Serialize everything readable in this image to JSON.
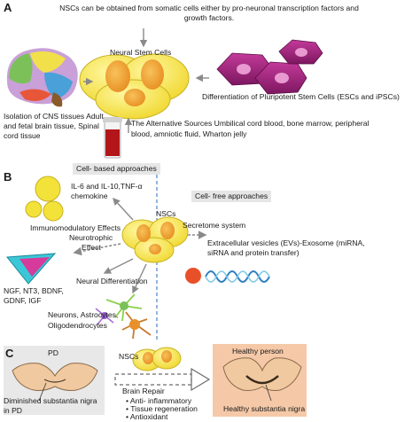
{
  "panelA": {
    "letter": "A",
    "top_line1": "NSCs can be obtained from somatic cells either by pro-neuronal transcription factors and",
    "top_line2": "growth factors.",
    "nsc_label": "Neural Stem Cells",
    "ips_label": "Differentiation of Pluripotent Stem Cells (ESCs and iPSCs)",
    "cns_line1": "Isolation of CNS tissues Adult",
    "cns_line2": "and fetal brain tissue, Spinal",
    "cns_line3": "cord tissue",
    "alt_line1": "The Alternative Sources Umbilical cord blood, bone marrow, peripheral",
    "alt_line2": "blood, amniotic fluid, Wharton jelly"
  },
  "panelB": {
    "letter": "B",
    "cell_based": "Cell- based approaches",
    "cell_free": "Cell- free approaches",
    "il_line1": "IL-6 and IL-10,TNF-α",
    "il_line2": "chemokine",
    "immuno": "Immunomodulatory Effects",
    "nsc_label": "NSCs",
    "secretome": "Secretome system",
    "ev_line1": "Extracellular vesicles (EVs)-Exosome (miRNA,",
    "ev_line2": "siRNA and protein transfer)",
    "neurotrophic_line1": "Neurotrophic",
    "neurotrophic_line2": "Effect",
    "ngf_line1": "NGF, NT3, BDNF,",
    "ngf_line2": "GDNF, IGF",
    "neural_diff": "Neural Differentiation",
    "neurons_line1": "Neurons, Astrocytes,",
    "neurons_line2": "Oligodendrocytes"
  },
  "panelC": {
    "letter": "C",
    "pd_label": "PD",
    "diminished_line1": "Diminished substantia nigra",
    "diminished_line2": "in PD",
    "nscs_label": "NSCs",
    "brain_repair": "Brain Repair",
    "bullets": [
      "Anti- inflammatory",
      "Tissue regeneration",
      "Antioxidant"
    ],
    "healthy_person": "Healthy person",
    "healthy_sn": "Healthy substantia nigra"
  },
  "colors": {
    "cell_fill": "#f7e94a",
    "cell_nucleus": "#f2a23a",
    "ipsc_fill": "#a3227e",
    "blood": "#b3161a",
    "arrow_gray": "#8a8a8a",
    "dashed_blue": "#3a78c2",
    "pd_bg": "#e8e8e8",
    "healthy_bg": "#f5c9a8",
    "brain_slice": "#f0c9a0",
    "ngf_cyan": "#3cc7d8",
    "ngf_pink": "#d63a9a",
    "rna_blue": "#2e7fc4",
    "rna_ball": "#e8502a"
  }
}
